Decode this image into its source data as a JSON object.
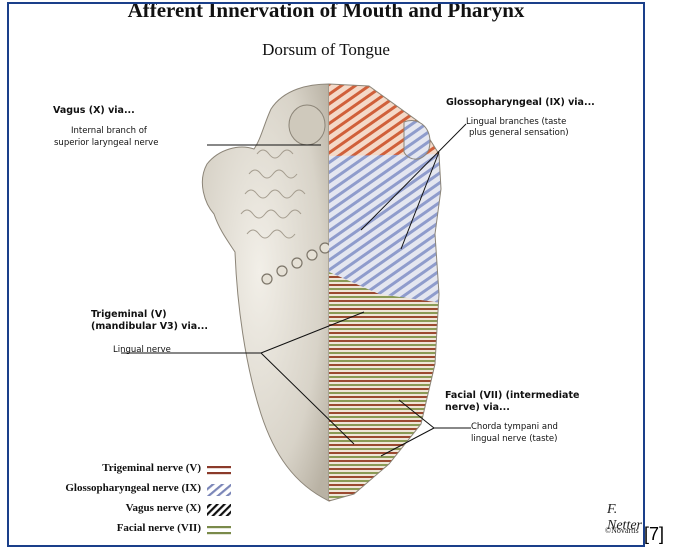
{
  "title": "Afferent Innervation of Mouth and Pharynx",
  "subtitle": "Dorsum of Tongue",
  "labels": {
    "vagus_head": "Vagus (X) via...",
    "vagus_sub_1": "Internal branch of",
    "vagus_sub_2": "superior laryngeal nerve",
    "glosso_head": "Glossopharyngeal (IX) via...",
    "glosso_sub_1": "Lingual branches (taste",
    "glosso_sub_2": "plus general sensation)",
    "trig_head_1": "Trigeminal (V)",
    "trig_head_2": "(mandibular V3) via...",
    "trig_sub": "Lingual nerve",
    "facial_head_1": "Facial (VII) (intermediate",
    "facial_head_2": "nerve) via...",
    "facial_sub_1": "Chorda tympani and",
    "facial_sub_2": "lingual nerve (taste)"
  },
  "legend": [
    {
      "label": "Trigeminal nerve (V)",
      "color": "#8b3a2a"
    },
    {
      "label": "Glossopharyngeal nerve (IX)",
      "color": "#7b86b8"
    },
    {
      "label": "Vagus nerve (X)",
      "color": "#111111"
    },
    {
      "label": "Facial nerve (VII)",
      "color": "#7a8a4a"
    }
  ],
  "colors": {
    "vagus": "#d0603a",
    "glossopharyngeal": "#8f9ccc",
    "trigeminal": "#9b4a30",
    "facial": "#8a9a55",
    "frame": "#1a3f8a"
  },
  "signature": {
    "name": "F. Netter",
    "mark": "©Novartis"
  },
  "reference": "[7]"
}
